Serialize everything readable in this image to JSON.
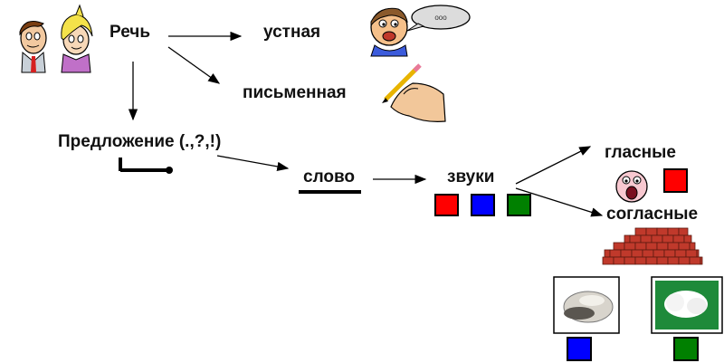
{
  "nodes": {
    "speech": "Речь",
    "oral": "устная",
    "written": "письменная",
    "sentence": "Предложение (.,?,!)",
    "word": "слово",
    "sounds": "звуки",
    "vowels": "гласные",
    "consonants": "согласные"
  },
  "bubble_text": "ооо",
  "colors": {
    "red": "#ff0000",
    "blue": "#0000ff",
    "green": "#008000",
    "brick": "#c0392b"
  },
  "icons": [
    "people-icon",
    "talking-boy-icon",
    "writing-hand-icon",
    "sentence-scheme-icon",
    "word-underline-icon",
    "vowel-face-icon",
    "brick-wall-icon",
    "stone-icon",
    "cotton-icon"
  ]
}
